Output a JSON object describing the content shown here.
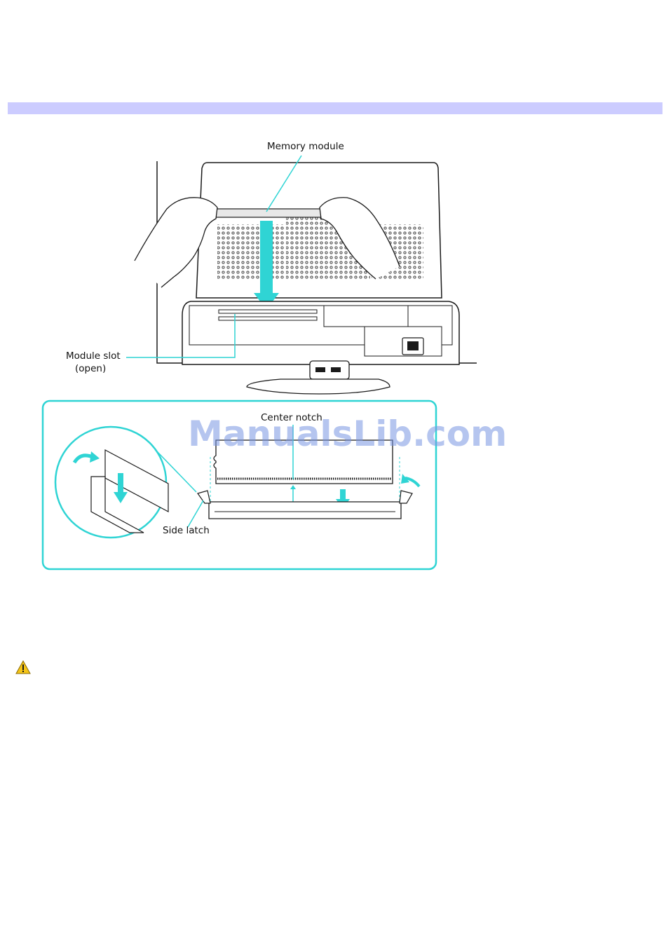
{
  "figure": {
    "labels": {
      "memory_module": "Memory module",
      "module_slot": "Module slot",
      "module_slot_state": "(open)",
      "center_notch": "Center notch",
      "side_latch": "Side latch"
    }
  },
  "watermark": {
    "text": "ManualsLib.com"
  },
  "colors": {
    "accent": "#2fd4d4",
    "band": "#ccccff",
    "line": "#1a1a1a",
    "warning": "#f5c518"
  },
  "icons": {
    "warning": "warning-icon"
  }
}
